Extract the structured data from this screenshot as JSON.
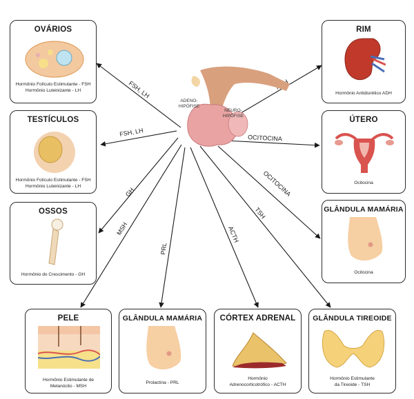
{
  "gland": {
    "adeno_line1": "ADENO-",
    "adeno_line2": "HIPÓFISE",
    "neuro_line1": "NEURO-",
    "neuro_line2": "HIPÓFISE"
  },
  "cards": {
    "ovarios": {
      "title": "OVÁRIOS",
      "desc1": "Hormônio Folículo Estimulante - FSH",
      "desc2": "Hormônio Luteinizante - LH"
    },
    "testiculos": {
      "title": "TESTÍCULOS",
      "desc1": "Hormônio Folículo Estimulante - FSH",
      "desc2": "Hormônio Luteinizante - LH"
    },
    "ossos": {
      "title": "OSSOS",
      "desc1": "Hormônio do Crescimento - GH"
    },
    "pele": {
      "title": "PELE",
      "desc1": "Hormônio Estimulante de",
      "desc2": "Melanócito - MSH"
    },
    "mama_prl": {
      "title": "GLÂNDULA MAMÁRIA",
      "desc1": "Prolactina - PRL"
    },
    "cortex": {
      "title": "CÓRTEX ADRENAL",
      "desc1": "Hormônio",
      "desc2": "Adrenocorticotrófico - ACTH"
    },
    "tireoide": {
      "title": "GLÂNDULA TIREOIDE",
      "desc1": "Hormônio Estimulante",
      "desc2": "da Tireoide - TSH"
    },
    "rim": {
      "title": "RIM",
      "desc1": "Hormônio Antidiurético ADH"
    },
    "utero": {
      "title": "ÚTERO",
      "desc1": "Ocitocina"
    },
    "mama_oci": {
      "title": "GLÂNDULA MAMÁRIA",
      "desc1": "Ocitocina"
    }
  },
  "links": {
    "fsh_lh_ovarios": "FSH, LH",
    "fsh_lh_testiculos": "FSH, LH",
    "gh": "GH",
    "msh": "MSH",
    "prl": "PRL",
    "acth": "ACTH",
    "tsh": "TSH",
    "adh": "ADH",
    "ocitocina_utero": "OCITOCINA",
    "ocitocina_mama": "OCITOCINA"
  },
  "colors": {
    "gland_pink": "#e9a3a3",
    "skin": "#f3c9a0",
    "thyroid": "#f5d27a",
    "adrenal": "#e9c26a",
    "kidney": "#c0392b",
    "uterus": "#d9534f"
  }
}
